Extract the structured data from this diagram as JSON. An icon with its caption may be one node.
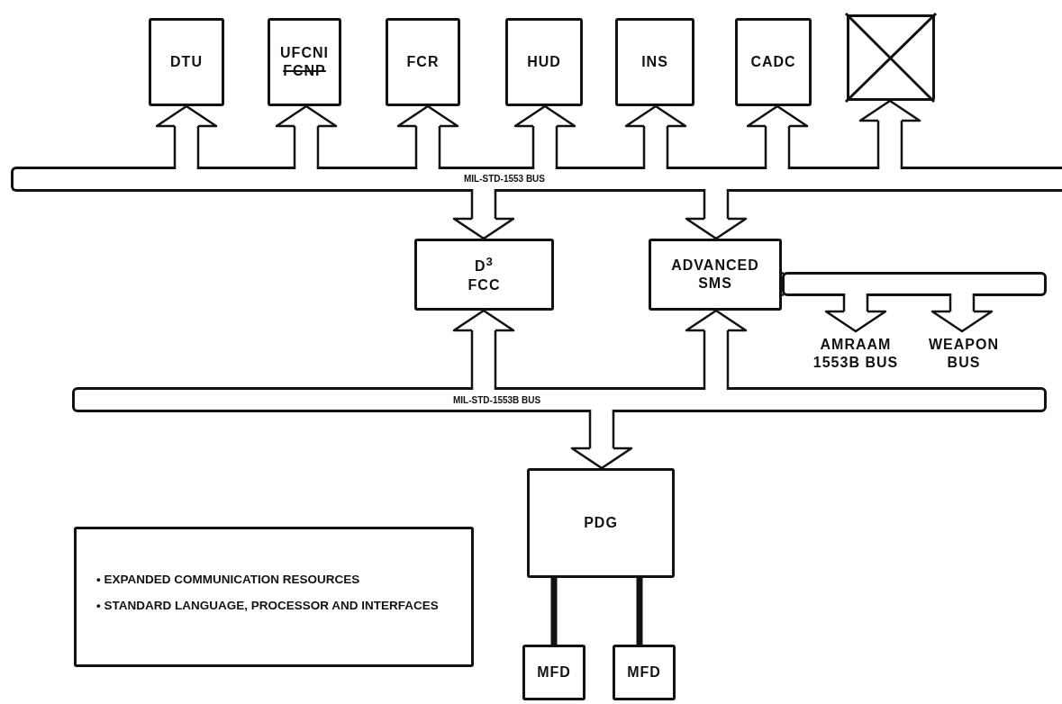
{
  "diagram": {
    "nodes": [
      {
        "text": [
          "DTU"
        ]
      },
      {
        "text": [
          "UFCNI",
          "FCNP"
        ]
      },
      {
        "text": [
          "FCR"
        ]
      },
      {
        "text": [
          "HUD"
        ]
      },
      {
        "text": [
          "INS"
        ]
      },
      {
        "text": [
          "CADC"
        ]
      },
      {
        "text": [],
        "shape": "box"
      },
      {
        "text": [
          "MIL-STD-1553 BUS"
        ]
      },
      {
        "text": [
          "D$^{3}$ FCC"
        ]
      },
      {
        "text": [
          "ADVANCED SMS"
        ]
      },
      {
        "text": [
          "MIL-STD-1553B BUS"
        ]
      },
      {
        "text": [],
        "shape": "bar"
      },
      {
        "text": [
          "AMRAAM 1553B BUS"
        ]
      },
      {
        "text": [
          "WEAPON BUS"
        ]
      },
      {
        "text": [
          "PDG"
        ]
      },
      {
        "text": [
          "MFD"
        ]
      },
      {
        "text": [
          "MFD"
        ]
      },
      {
        "text": [
          "• EXPANDED COMMUNICATION RESOURCES",
          "• STANDARD LANGUAGE, PROCESSOR AND INTERFACES"
        ]
      }
    ],
    "edges": [
      {
        "from": 7,
        "to": 0,
        "arrow": "to"
      },
      {
        "from": 7,
        "to": 1,
        "arrow": "to"
      },
      {
        "from": 7,
        "to": 2,
        "arrow": "to"
      },
      {
        "from": 7,
        "to": 3,
        "arrow": "to"
      },
      {
        "from": 7,
        "to": 4,
        "arrow": "to"
      },
      {
        "from": 7,
        "to": 5,
        "arrow": "to"
      },
      {
        "from": 7,
        "to": 6,
        "arrow": "to"
      },
      {
        "from": 7,
        "to": 8,
        "arrow": "to"
      },
      {
        "from": 7,
        "to": 9,
        "arrow": "to"
      },
      {
        "from": 10,
        "to": 8,
        "arrow": "to"
      },
      {
        "from": 10,
        "to": 9,
        "arrow": "to"
      },
      {
        "from": 10,
        "to": 14,
        "arrow": "to"
      },
      {
        "from": 9,
        "to": 11,
        "arrow": "none"
      },
      {
        "from": 11,
        "to": 12,
        "arrow": "to"
      },
      {
        "from": 11,
        "to": 13,
        "arrow": "to"
      },
      {
        "from": 14,
        "to": 15,
        "arrow": "none",
        "style": "thick"
      },
      {
        "from": 14,
        "to": 16,
        "arrow": "none",
        "style": "thick"
      }
    ]
  }
}
